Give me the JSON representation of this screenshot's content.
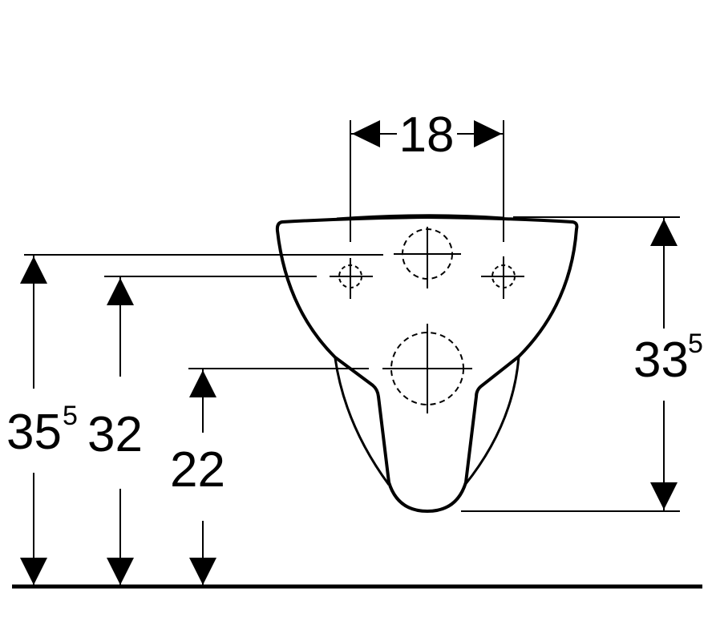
{
  "title": "Wall-hung WC dimension drawing",
  "colors": {
    "line": "#000000",
    "background": "#ffffff"
  },
  "dimensions": {
    "hole_spacing": {
      "value": "18"
    },
    "bowl_height": {
      "value": "33",
      "superscript": "5"
    },
    "top_fixing_height": {
      "value": "35",
      "superscript": "5"
    },
    "bolt_height": {
      "value": "32"
    },
    "outlet_height": {
      "value": "22"
    }
  }
}
